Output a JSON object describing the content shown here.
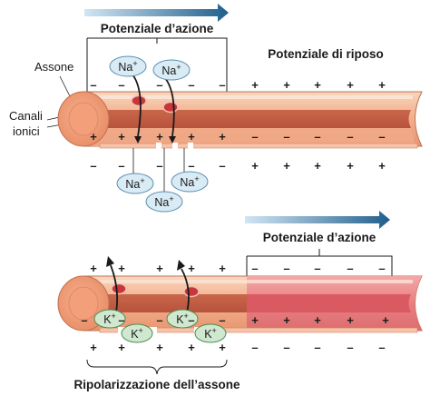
{
  "top": {
    "title_action_potential": "Potenziale d’azione",
    "title_resting_potential": "Potenziale di riposo",
    "label_axon": "Assone",
    "label_channels_line1": "Canali",
    "label_channels_line2": "ionici",
    "ion_sodium": "Na",
    "ion_sup": "+"
  },
  "bottom": {
    "title_action_potential": "Potenziale d’azione",
    "caption": "Ripolarizzazione dell’assone",
    "ion_potassium": "K",
    "ion_sup": "+"
  },
  "signs": {
    "plus": "+",
    "minus": "–"
  },
  "colors": {
    "axon_light": "#f7c7a8",
    "axon_mid": "#eda07c",
    "axon_dark": "#c8664a",
    "depolarized_red": "#e87a7f",
    "channel_red": "#c8363c",
    "na_bubble_fill": "#d9ebf5",
    "na_bubble_stroke": "#5d8fb0",
    "k_bubble_fill": "#cfe8cf",
    "k_bubble_stroke": "#4f8c55",
    "arrow_blue_dark": "#1f5f8c",
    "arrow_blue_light": "#bcd7ec"
  }
}
